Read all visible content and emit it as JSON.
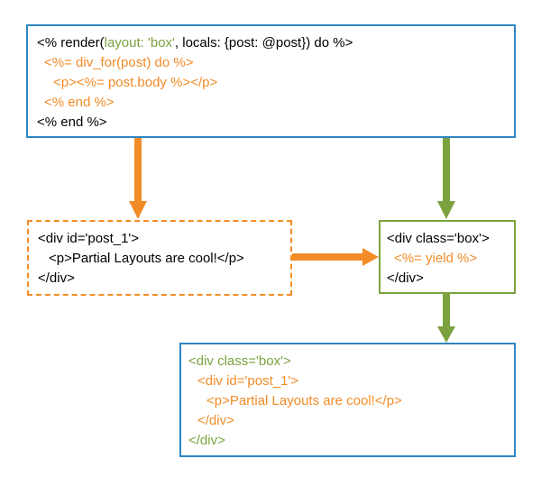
{
  "colors": {
    "blue": "#2e86c1",
    "orange": "#f28c28",
    "green": "#7ba23f"
  },
  "top_box": {
    "line1": {
      "a": "<% render(",
      "b": "layout: 'box'",
      "c": ", locals: {post: @post}) do %>"
    },
    "line2": "<%= div_for(post) do %>",
    "line3": "<p><%= post.body %></p>",
    "line4": "<% end %>",
    "line5": "<% end %>"
  },
  "partial_box": {
    "line1": "<div id='post_1'>",
    "line2": "<p>Partial Layouts are cool!</p>",
    "line3": "</div>"
  },
  "layout_box": {
    "line1": "<div class='box'>",
    "line2": "<%= yield %>",
    "line3": "</div>"
  },
  "result_box": {
    "line1": "<div class='box'>",
    "line2": "<div id='post_1'>",
    "line3": "<p>Partial Layouts are cool!</p>",
    "line4": "</div>",
    "line5": "</div>"
  }
}
